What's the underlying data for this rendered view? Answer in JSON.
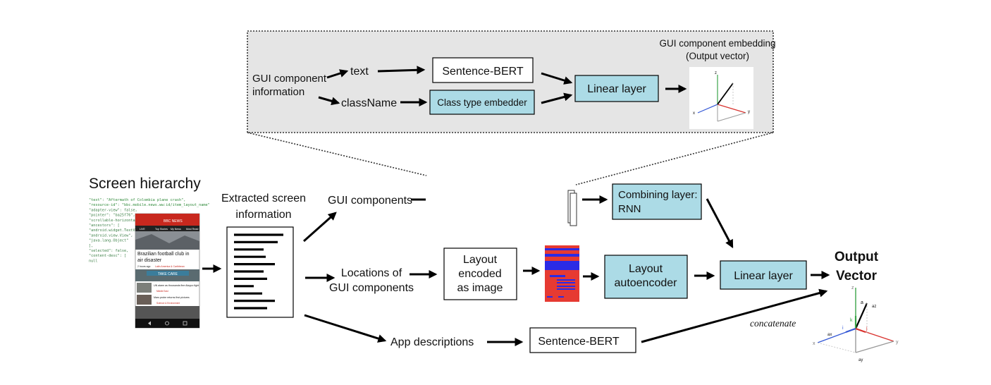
{
  "inset": {
    "gui_info_line1": "GUI component",
    "gui_info_line2": "information",
    "text_label": "text",
    "classname_label": "className",
    "sentence_bert": "Sentence-BERT",
    "class_type_embedder": "Class type embedder",
    "linear_layer": "Linear layer",
    "embedding_title_line1": "GUI component embedding",
    "embedding_title_line2": "(Output vector)"
  },
  "main": {
    "screen_hierarchy": "Screen hierarchy",
    "extracted_line1": "Extracted screen",
    "extracted_line2": "information",
    "gui_components": "GUI components",
    "locations_line1": "Locations of",
    "locations_line2": "GUI components",
    "layout_line1": "Layout",
    "layout_line2": "encoded",
    "layout_line3": "as image",
    "layout_autoencoder_line1": "Layout",
    "layout_autoencoder_line2": "autoencoder",
    "combining_line1": "Combining layer:",
    "combining_line2": "RNN",
    "linear_layer": "Linear layer",
    "app_descriptions": "App descriptions",
    "sentence_bert": "Sentence-BERT",
    "concatenate": "concatenate",
    "output_line1": "Output",
    "output_line2": "Vector"
  },
  "hierarchy_snippet": [
    "\"text\": \"Aftermath of Colombia plane crash\",",
    "\"resource-id\": \"bbc.mobile.news.ww:id/item_layout_name\"",
    "\"adapter-view\": false,",
    "\"pointer\": \"ba25f76\",",
    "\"scrollable-horizontal\"",
    "\"ancestors\": [",
    "  \"android.widget.TextV",
    "  \"android.view.View\",",
    "  \"java.lang.Object\"",
    "],",
    "\"selected\": false,",
    "\"content-desc\": [",
    "  null"
  ],
  "phone": {
    "app_name": "BBC NEWS",
    "tabs": [
      "LIVE",
      "Top Stories",
      "My News",
      "Most Read"
    ],
    "headline": "Brazilian football club in air disaster",
    "time": "2 hours ago",
    "section": "Latin America & Caribbean",
    "banner": "TAKE CARE",
    "story1": "UN alarm as thousands flee Aleppo fight",
    "story1_section": "Middle East",
    "story2": "Mars probe returns first pictures",
    "story2_section": "Science & Environment"
  },
  "axes": {
    "z": "z",
    "x": "x",
    "y": "y",
    "a": "a",
    "ax": "ax",
    "ay": "ay",
    "az": "az",
    "i": "i",
    "j": "j",
    "k": "k"
  },
  "colors": {
    "box_fill": "#acdbe6",
    "inset_fill": "#e5e5e5",
    "layout_red": "#e63a32",
    "layout_blue": "#2b2be6",
    "phone_red": "#c8281e",
    "axis_green": "#3aa548",
    "axis_blue": "#3559d6",
    "axis_red": "#d9322e"
  }
}
